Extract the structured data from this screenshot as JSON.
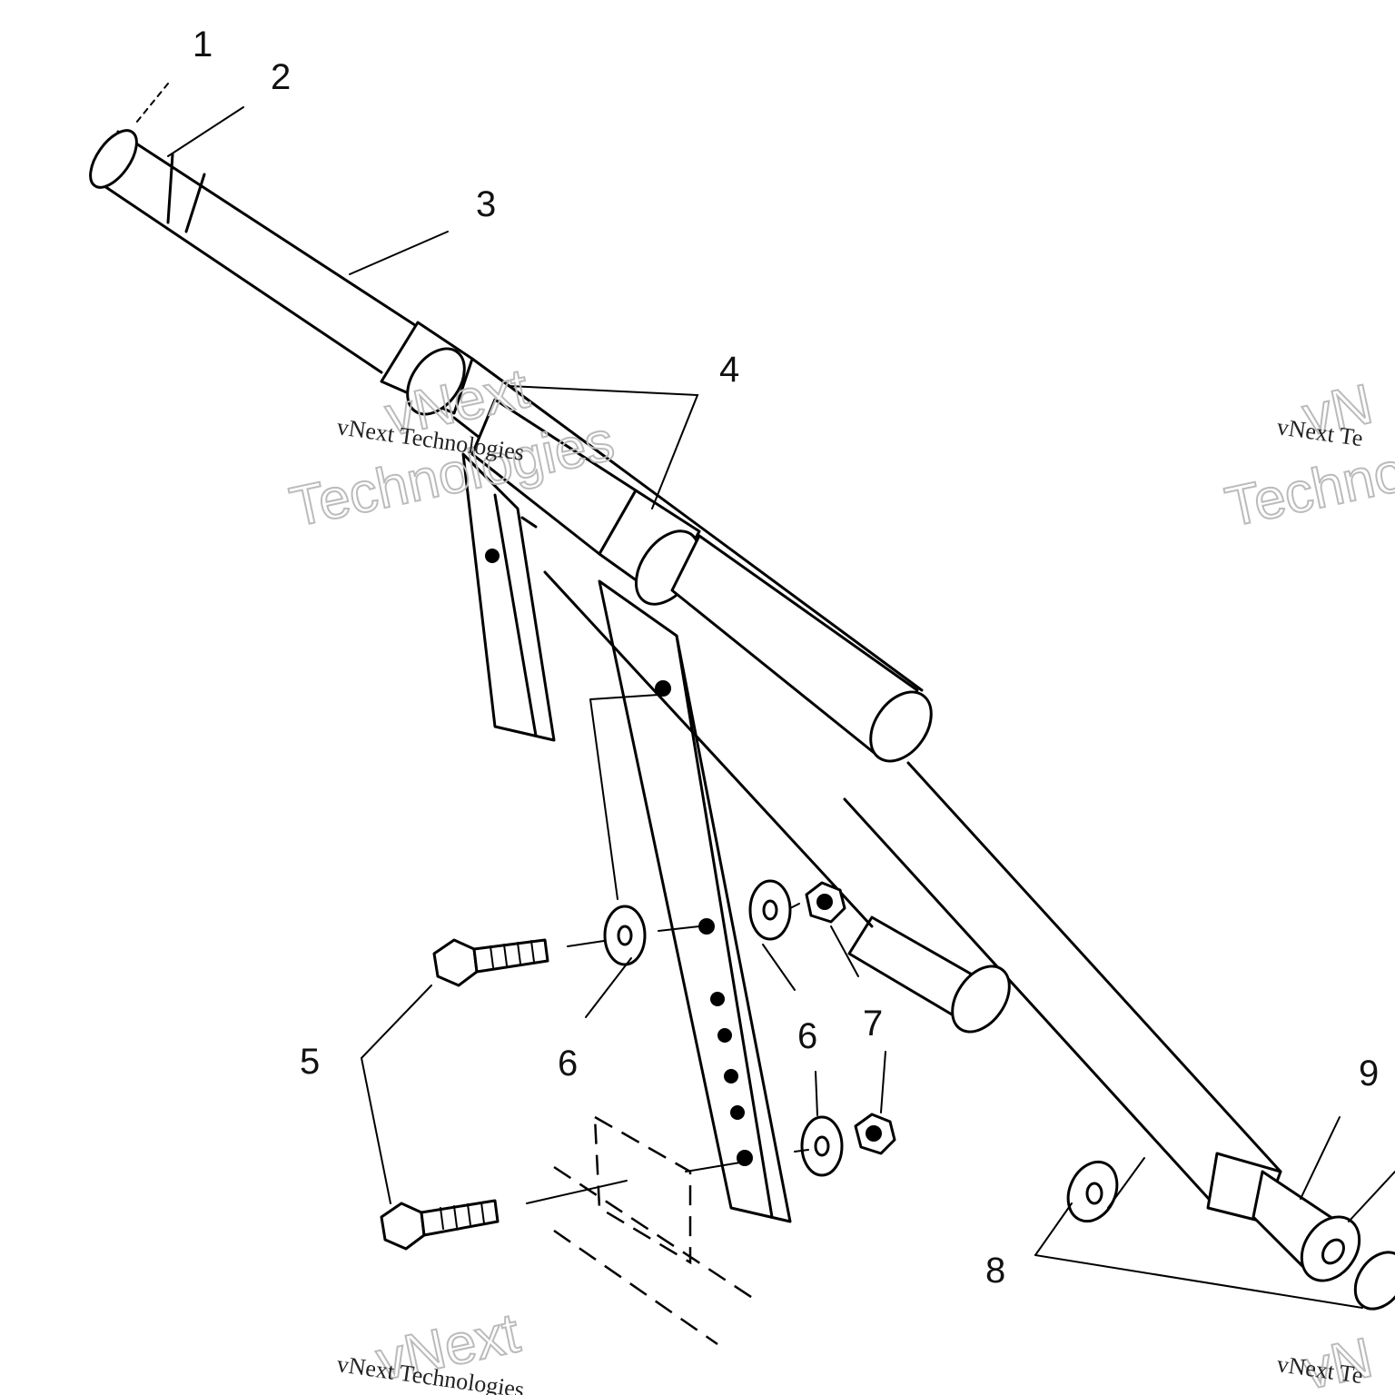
{
  "callouts": {
    "c1": "1",
    "c2": "2",
    "c3": "3",
    "c4": "4",
    "c5": "5",
    "c6a": "6",
    "c6b": "6",
    "c7": "7",
    "c8": "8",
    "c9": "9"
  },
  "watermarks": {
    "small": "vNext Technologies",
    "small_cut": "vNext Te",
    "big_line1": "vNext",
    "big_line2": "Technologies",
    "big_cut1": "vN",
    "big_cut2": "Techno"
  }
}
